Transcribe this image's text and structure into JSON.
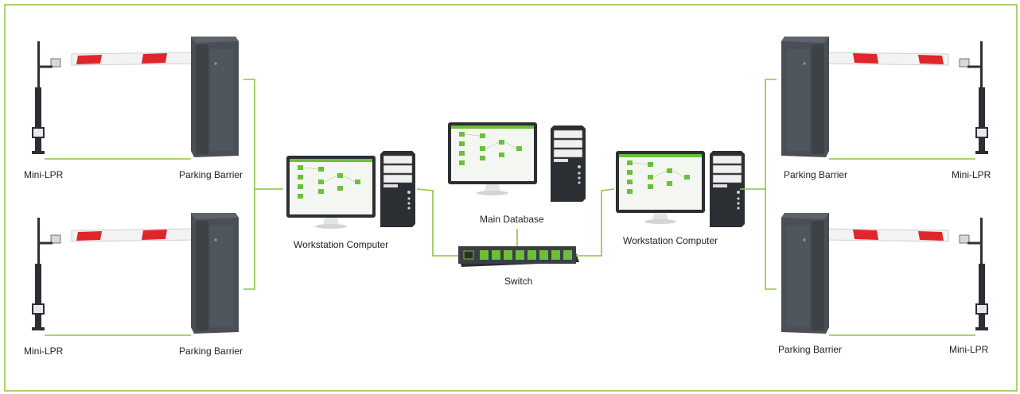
{
  "labels": {
    "tl_lpr": "Mini-LPR",
    "tl_barrier": "Parking Barrier",
    "bl_lpr": "Mini-LPR",
    "bl_barrier": "Parking Barrier",
    "tr_barrier": "Parking Barrier",
    "tr_lpr": "Mini-LPR",
    "br_barrier": "Parking Barrier",
    "br_lpr": "Mini-LPR",
    "left_workstation": "Workstation Computer",
    "right_workstation": "Workstation Computer",
    "main_database": "Main Database",
    "switch": "Switch"
  },
  "colors": {
    "border": "#8cc63f",
    "connector": "#8cc63f",
    "screen_green": "#6cbf3a",
    "barrier_body": "#4a4f55",
    "arm_red": "#e0262b"
  },
  "switch_ports": 8
}
